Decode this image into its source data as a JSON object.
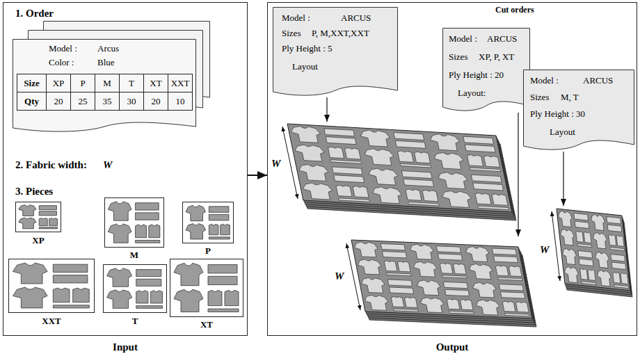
{
  "diagram": {
    "nodes": [
      {
        "text": [
          "1. Order",
          "2. Fabric width:",
          "W",
          "3. Pieces",
          "Input"
        ]
      },
      {
        "text": [
          "Model :",
          "Arcus",
          "Color :",
          "Blue",
          "Size",
          "XP",
          "P",
          "M",
          "T",
          "XT",
          "XXT",
          "Qty",
          "20",
          "25",
          "35",
          "30",
          "20",
          "10"
        ],
        "in": 0
      },
      {
        "text": [
          "XP"
        ],
        "in": 0
      },
      {
        "text": [
          "M"
        ],
        "in": 0
      },
      {
        "text": [
          "P"
        ],
        "in": 0
      },
      {
        "text": [
          "XXT"
        ],
        "in": 0
      },
      {
        "text": [
          "T"
        ],
        "in": 0
      },
      {
        "text": [
          "XT"
        ],
        "in": 0
      },
      {
        "text": [
          "Cut orders",
          "Output"
        ]
      },
      {
        "text": [
          "Model :",
          "ARCUS",
          "Sizes",
          "P, M,XXT,XXT",
          "Ply Height : 5",
          "Layout"
        ],
        "in": 8
      },
      {
        "text": [
          "Model :",
          "ARCUS",
          "Sizes",
          "XP, P, XT",
          "Ply Height : 20",
          "Layout:"
        ],
        "in": 8
      },
      {
        "text": [
          "Model :",
          "ARCUS",
          "Sizes",
          "M, T",
          "Ply Height : 30",
          "Layout"
        ],
        "in": 8
      },
      {
        "text": [
          "W"
        ],
        "in": 8
      },
      {
        "text": [
          "W"
        ],
        "in": 8
      },
      {
        "text": [
          "W"
        ],
        "in": 8
      }
    ],
    "edges": [
      {
        "from": 0,
        "to": 8,
        "arrow": "to"
      },
      {
        "from": 9,
        "to": 12,
        "arrow": "to"
      },
      {
        "from": 10,
        "to": 13,
        "arrow": "to"
      },
      {
        "from": 11,
        "to": 14,
        "arrow": "to"
      }
    ]
  }
}
